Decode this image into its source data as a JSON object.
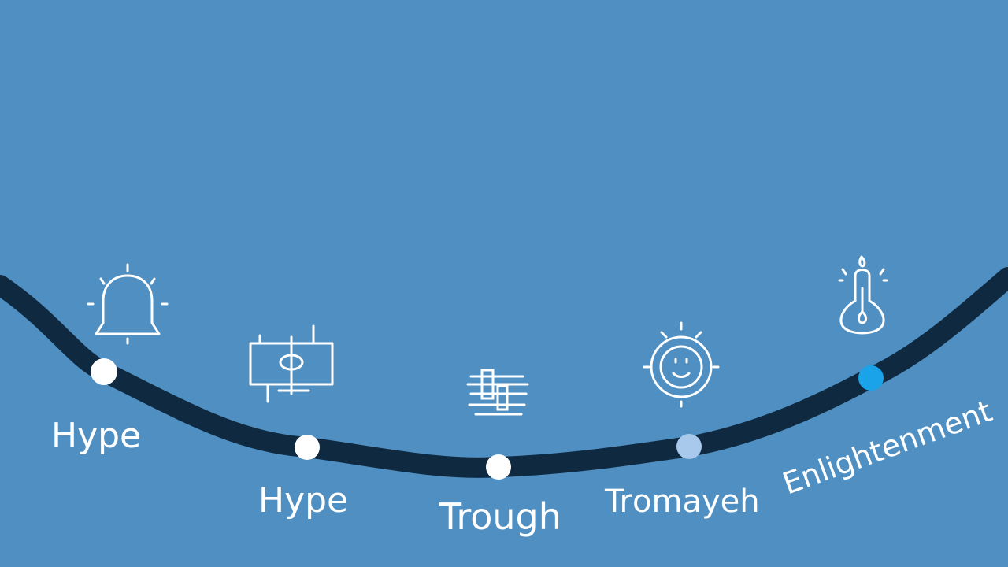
{
  "colors": {
    "background": "#4f8fc2",
    "curve": "#0f2a40",
    "icon_stroke": "#ffffff",
    "marker_white": "#ffffff",
    "marker_light_blue": "#a8c8ec",
    "marker_bright_blue": "#1aa3e8"
  },
  "stages": [
    {
      "label": "Hype",
      "icon": "bell-icon",
      "marker_color": "#ffffff"
    },
    {
      "label": "Hype",
      "icon": "presentation-board-icon",
      "marker_color": "#ffffff"
    },
    {
      "label": "Trough",
      "icon": "sliders-icon",
      "marker_color": "#ffffff"
    },
    {
      "label": "Trоmaуeh",
      "icon": "clock-face-icon",
      "marker_color": "#a8c8ec"
    },
    {
      "label": "Enlightenment",
      "icon": "thermometer-bulb-icon",
      "marker_color": "#1aa3e8"
    }
  ]
}
